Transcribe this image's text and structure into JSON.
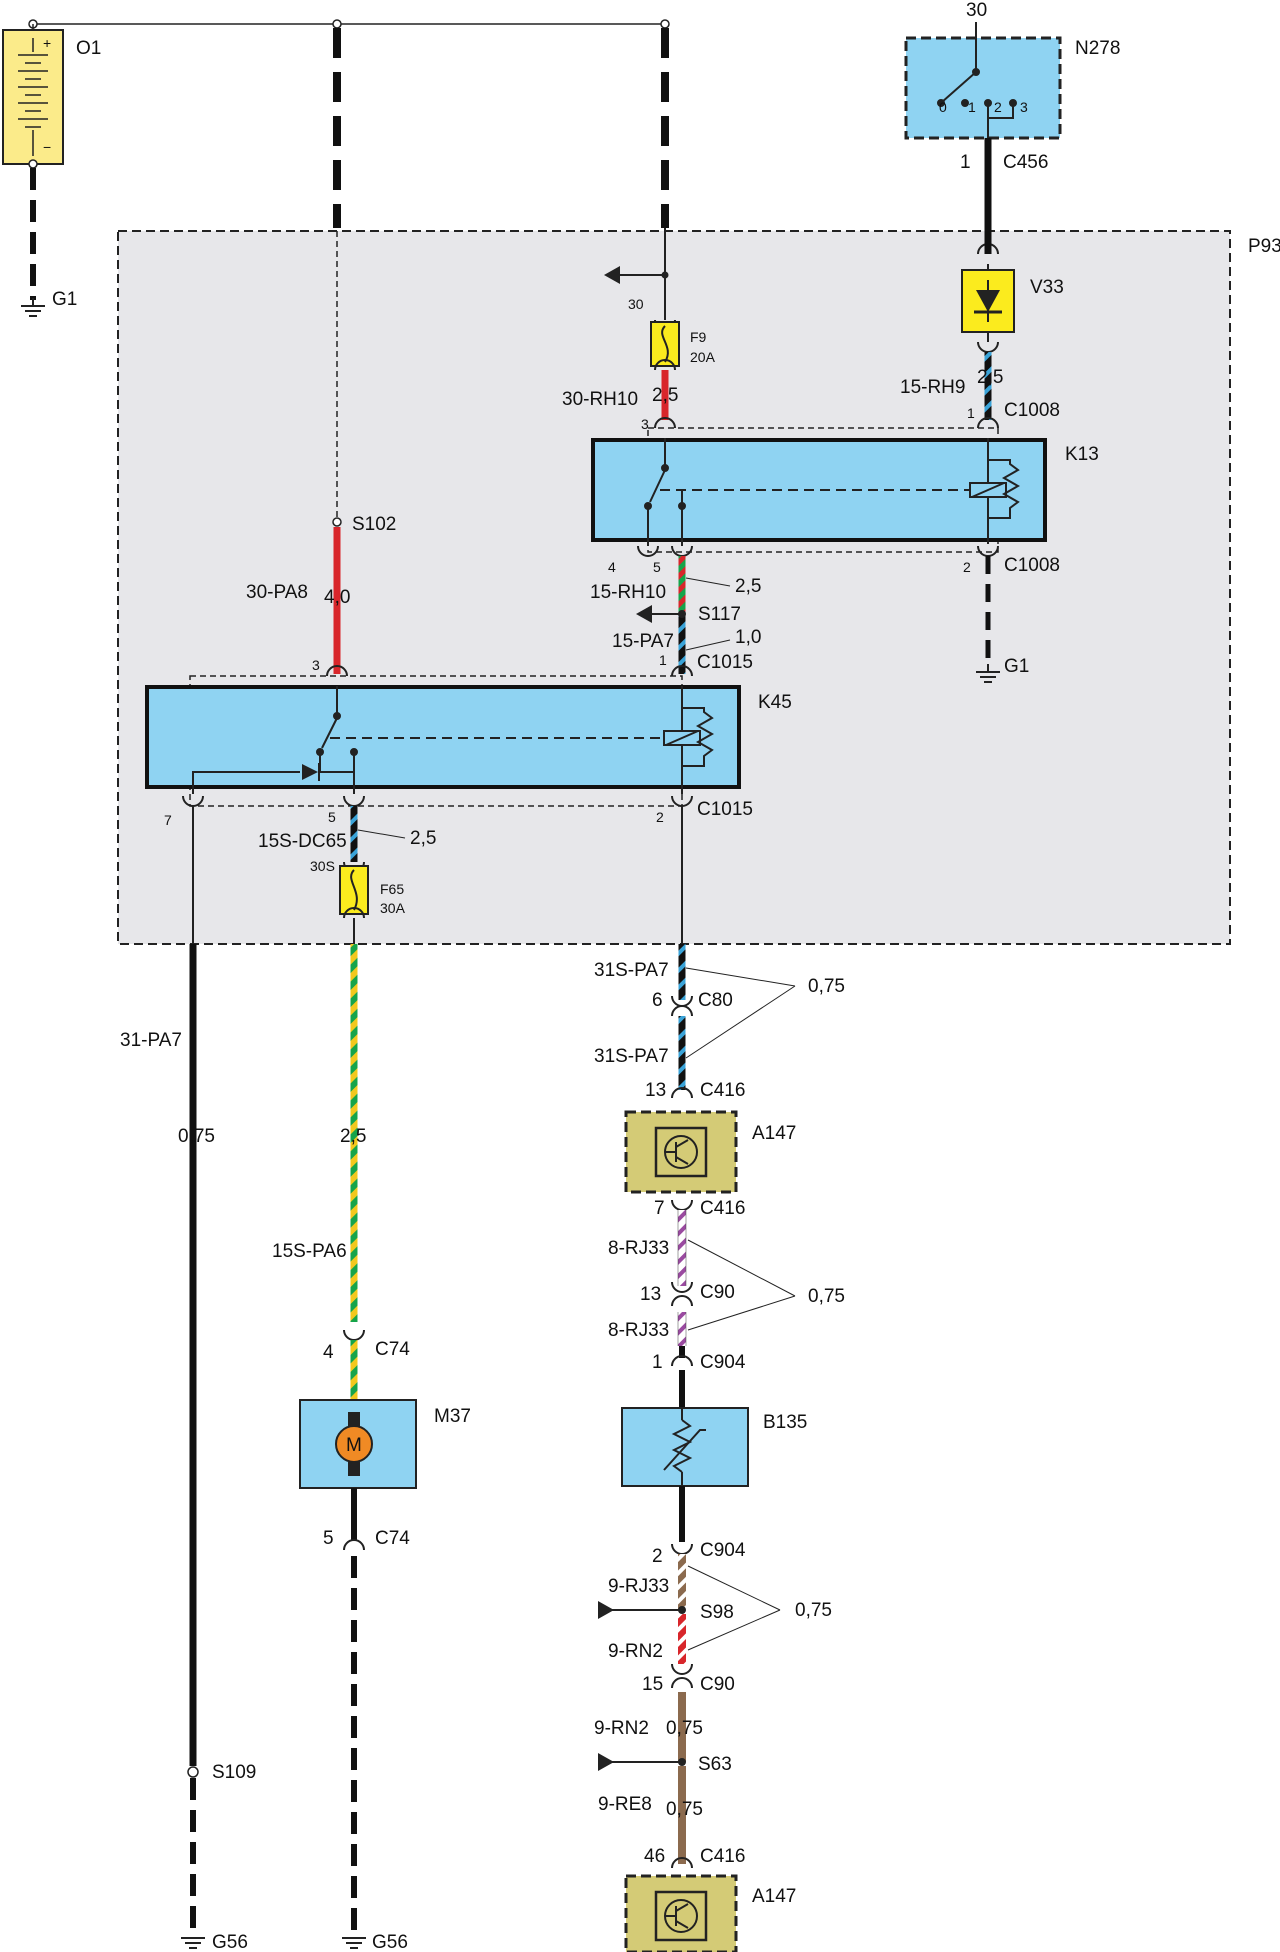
{
  "components": {
    "battery": "O1",
    "ignition_switch": "N278",
    "ignition_terminal": "30",
    "ignition_positions": [
      "0",
      "1",
      "2",
      "3"
    ],
    "fuse_box": "P93",
    "diode": "V33",
    "fuse_f9": "F9",
    "fuse_f9_rating": "20A",
    "relay_k13": "K13",
    "relay_k45": "K45",
    "fuse_f65": "F65",
    "fuse_f65_rating": "30A",
    "fuse_f65_terminal": "30S",
    "control_module": "A147",
    "sensor": "B135",
    "motor": "M37",
    "motor_symbol": "M"
  },
  "grounds": {
    "g1": "G1",
    "g56": "G56"
  },
  "splices": {
    "s102": "S102",
    "s117": "S117",
    "s98": "S98",
    "s63": "S63",
    "s109": "S109"
  },
  "connectors": {
    "c456": "C456",
    "c1008": "C1008",
    "c1015": "C1015",
    "c80": "C80",
    "c416": "C416",
    "c90": "C90",
    "c904": "C904",
    "c74": "C74"
  },
  "pins": {
    "n278_1": "1",
    "c1008_1": "1",
    "c1008_2": "2",
    "k13_3": "3",
    "k13_4": "4",
    "k13_5": "5",
    "k45_3": "3",
    "c1015_1": "1",
    "k45_7": "7",
    "k45_5": "5",
    "c1015_2": "2",
    "c80_6": "6",
    "c416_13": "13",
    "c416_7": "7",
    "c90_13": "13",
    "c904_1": "1",
    "c904_2": "2",
    "c90_15": "15",
    "c74_4": "4",
    "c74_5": "5",
    "c416_46": "46",
    "f9_30": "30"
  },
  "wires": {
    "w_30_rh10": "30-RH10",
    "w_15_rh9": "15-RH9",
    "w_30_pa8": "30-PA8",
    "w_15_rh10": "15-RH10",
    "w_15_pa7": "15-PA7",
    "w_15s_dc65": "15S-DC65",
    "w_31s_pa7_a": "31S-PA7",
    "w_31s_pa7_b": "31S-PA7",
    "w_31_pa7": "31-PA7",
    "w_15s_pa6": "15S-PA6",
    "w_8_rj33_a": "8-RJ33",
    "w_8_rj33_b": "8-RJ33",
    "w_9_rj33": "9-RJ33",
    "w_9_rn2_a": "9-RN2",
    "w_9_rn2_b": "9-RN2",
    "w_9_re8": "9-RE8"
  },
  "sizes": {
    "f9_out": "2,5",
    "v33_out": "2,5",
    "s102_pa8": "4,0",
    "rh10": "2,5",
    "pa7": "1,0",
    "dc65": "2,5",
    "c80_group": "0,75",
    "pa7_left": "0,75",
    "pa6": "2,5",
    "c90_group": "0,75",
    "s98_group": "0,75",
    "rn2": "0,75",
    "re8": "0,75"
  }
}
